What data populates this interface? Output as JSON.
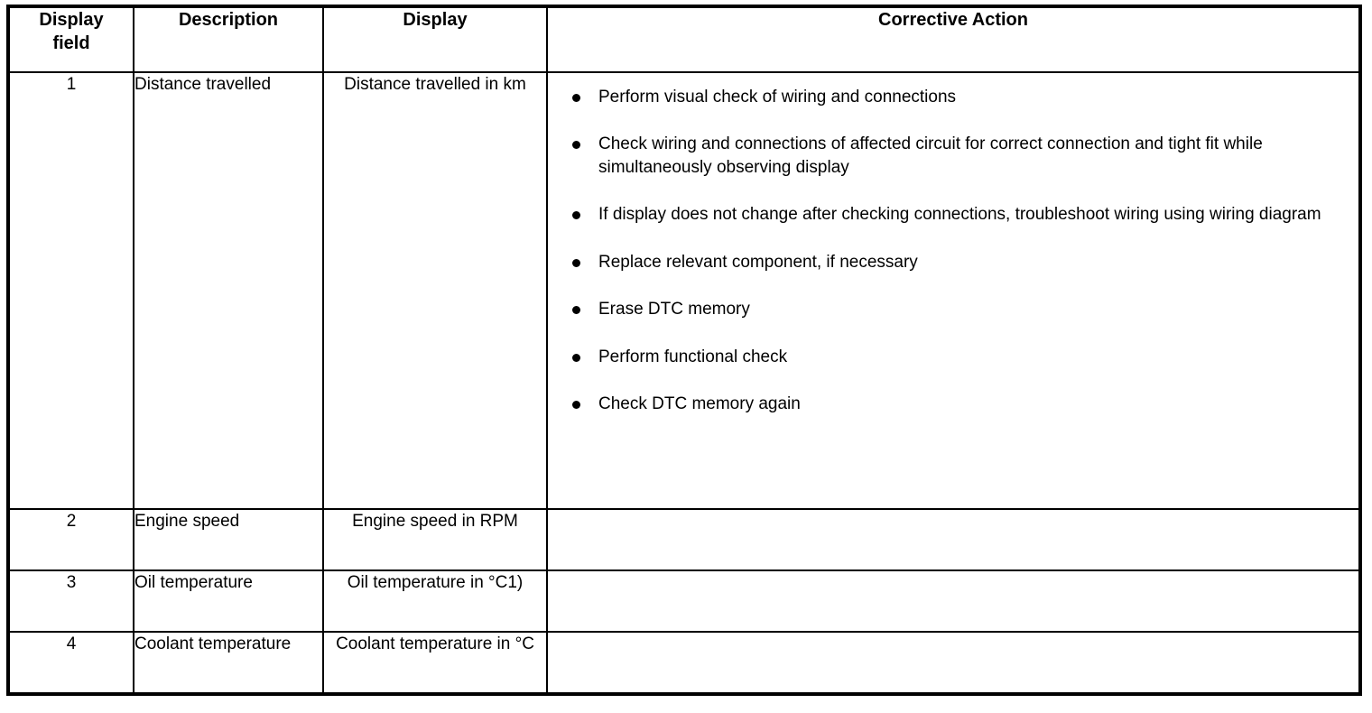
{
  "table": {
    "columns": [
      {
        "key": "display_field",
        "label": "Display field"
      },
      {
        "key": "description",
        "label": "Description"
      },
      {
        "key": "display",
        "label": "Display"
      },
      {
        "key": "corrective_action",
        "label": "Corrective Action"
      }
    ],
    "header": {
      "display_field_line1": "Display",
      "display_field_line2": "field",
      "description": "Description",
      "display": "Display",
      "corrective_action": "Corrective Action"
    },
    "rows": [
      {
        "display_field": "1",
        "description": "Distance travelled",
        "display": "Distance travelled in km",
        "corrective_action_bullets": [
          "Perform visual check of wiring and connections",
          "Check wiring and connections of affected circuit for correct connection and tight fit while simultaneously observing display",
          "If display does not change after checking connections, troubleshoot wiring using wiring diagram",
          "Replace relevant component, if necessary",
          "Erase DTC memory",
          "Perform functional check",
          "Check DTC memory again"
        ]
      },
      {
        "display_field": "2",
        "description": "Engine speed",
        "display": "Engine speed in RPM",
        "corrective_action_bullets": []
      },
      {
        "display_field": "3",
        "description": "Oil temperature",
        "display": "Oil temperature in °C1)",
        "corrective_action_bullets": []
      },
      {
        "display_field": "4",
        "description": "Coolant temperature",
        "display": "Coolant temperature in °C",
        "corrective_action_bullets": []
      }
    ]
  },
  "colors": {
    "border": "#000000",
    "text": "#000000",
    "background": "#ffffff"
  }
}
